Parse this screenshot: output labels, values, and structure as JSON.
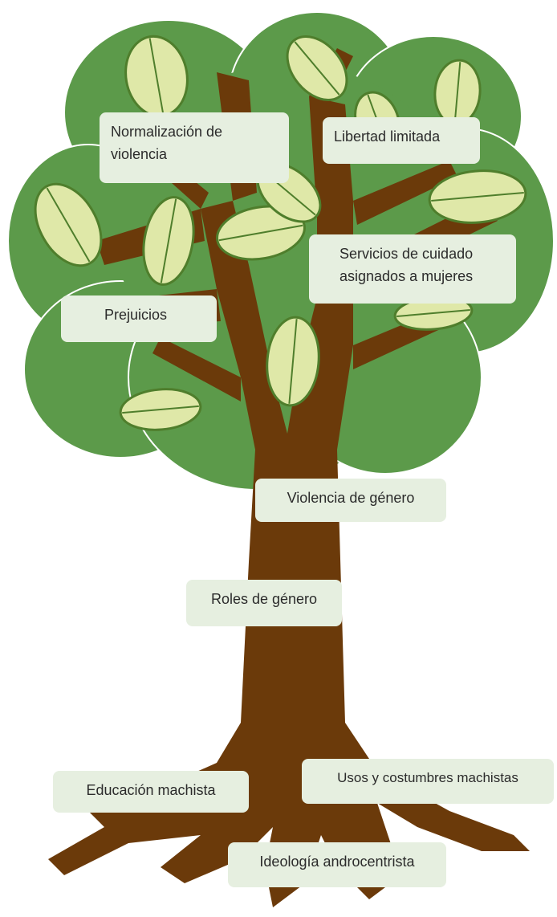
{
  "colors": {
    "canopy": "#5c9a4a",
    "canopy_outline": "#ffffff",
    "trunk": "#6b3a0a",
    "leaf_light": "#dfe8a8",
    "leaf_dark": "#4f7e2c",
    "label_bg": "#e6efe0",
    "label_text": "#2b2b2b"
  },
  "labels": {
    "normalizacion": "Normalización de\nviolencia",
    "libertad": "Libertad limitada",
    "servicios": "Servicios de cuidado\nasignados a mujeres",
    "prejuicios": "Prejuicios",
    "violencia_genero": "Violencia de género",
    "roles": "Roles de género",
    "educacion": "Educación machista",
    "usos": "Usos y costumbres machistas",
    "ideologia": "Ideología androcentrista"
  }
}
